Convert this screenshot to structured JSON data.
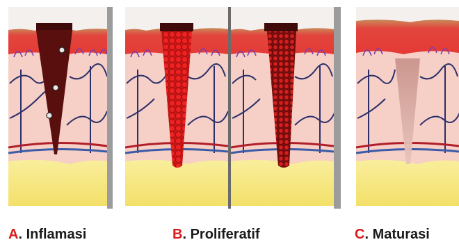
{
  "panels": [
    {
      "id": "inflamasi",
      "letter": "A",
      "label": ". Inflamasi"
    },
    {
      "id": "proliferatif",
      "letter": "B",
      "label": ". Proliferatif"
    },
    {
      "id": "maturasi",
      "letter": "C",
      "label": ". Maturasi"
    }
  ],
  "colors": {
    "letter_accent": "#d81b1b",
    "epidermis_red": "#e53935",
    "dermis_pink": "#f6cfc6",
    "fat_yellow": "#f7ec8a",
    "clot_dark": "#5a0f0f",
    "granulation_red": "#e01818",
    "scar_pink": "#d9a8a0",
    "artery": "#b01e2a",
    "vein": "#3a5ba8"
  }
}
